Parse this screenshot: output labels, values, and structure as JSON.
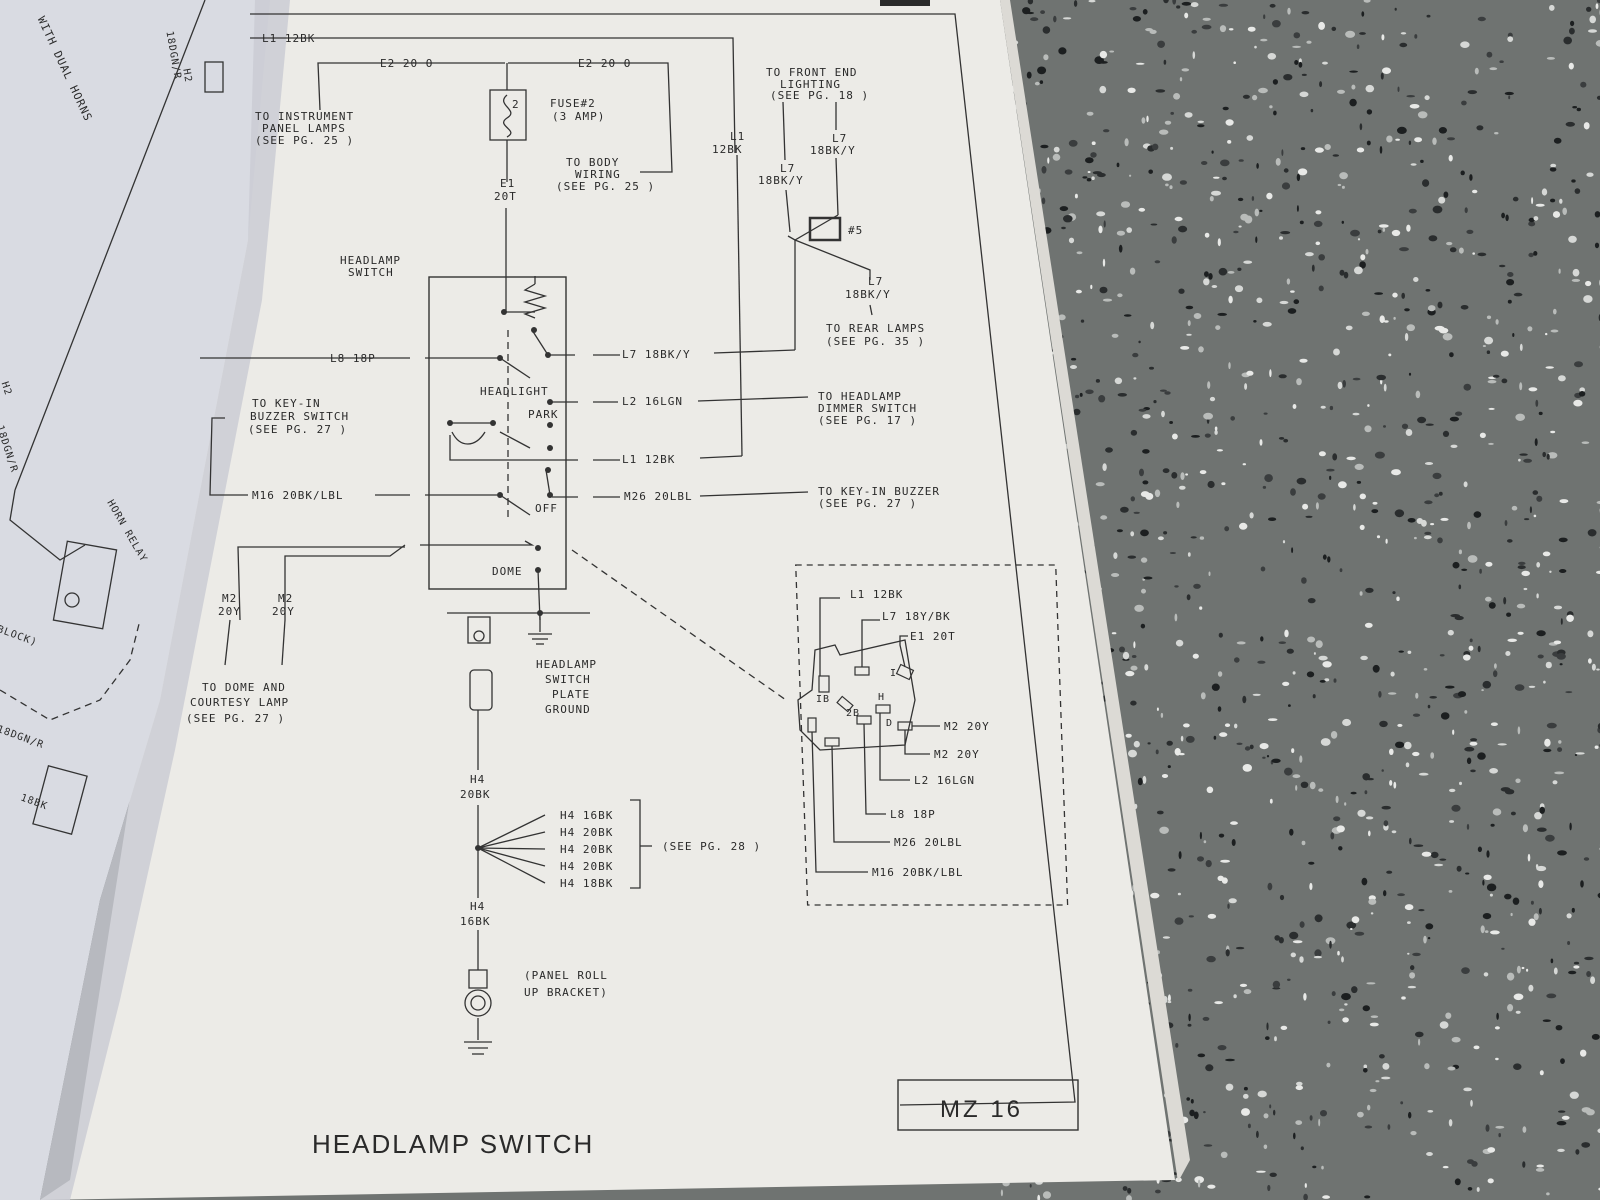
{
  "page": {
    "title": "HEADLAMP SWITCH",
    "page_number": "MZ 16",
    "colors": {
      "paper": "#ededea",
      "ink": "#2f2f2f",
      "floor": "#6e7270"
    }
  },
  "left_page": {
    "with_dual_horns": "WITH DUAL HORNS",
    "h2_top": "H2",
    "h2_top_color": "18DGN/R",
    "h2_mid": "H2",
    "h2_mid_color": "18DGN/R",
    "horn_relay": "HORN RELAY",
    "block": "BLOCK)",
    "h2_low_1": "18DGN/R",
    "h2_low_2": "18BK"
  },
  "wires": {
    "l1_top": "L1 12BK",
    "e2_left": "E2 20 O",
    "e2_right": "E2 20 O",
    "to_instrument": "TO INSTRUMENT",
    "panel_lamps": "PANEL LAMPS",
    "see_pg_25a": "(SEE PG. 25 )",
    "fuse_label": "FUSE#2",
    "fuse_amp": "(3 AMP)",
    "fuse_num": "2",
    "to_body": "TO BODY",
    "wiring": "WIRING",
    "see_pg_25b": "(SEE PG. 25 )",
    "e1": "E1",
    "e1_color": "20T",
    "l1_mid": "L1",
    "l1_mid_color": "12BK",
    "to_front_end": "TO FRONT END",
    "lighting": "LIGHTING",
    "see_pg_18": "(SEE PG. 18 )",
    "l7_a": "L7",
    "l7_a_color": "18BK/Y",
    "l7_b": "L7",
    "l7_b_color": "18BK/Y",
    "splice": "#5",
    "l7_c": "L7",
    "l7_c_color": "18BK/Y",
    "to_rear_lamps": "TO REAR LAMPS",
    "see_pg_35": "(SEE PG. 35 )",
    "headlamp_switch_1": "HEADLAMP",
    "headlamp_switch_2": "SWITCH",
    "l8": "L8 18P",
    "l7_out": "L7 18BK/Y",
    "headlight": "HEADLIGHT",
    "park": "PARK",
    "l2": "L2 16LGN",
    "to_headlamp": "TO HEADLAMP",
    "dimmer_switch": "DIMMER SWITCH",
    "see_pg_17": "(SEE PG. 17 )",
    "to_key_in": "TO KEY-IN",
    "buzzer_switch": "BUZZER SWITCH",
    "see_pg_27a": "(SEE PG. 27 )",
    "l1_out": "L1 12BK",
    "m16": "M16 20BK/LBL",
    "off": "OFF",
    "m26": "M26 20LBL",
    "to_key_in_buzzer": "TO KEY-IN BUZZER",
    "see_pg_27b": "(SEE PG. 27 )",
    "dome": "DOME",
    "m2_a": "M2",
    "m2_a_color": "20Y",
    "m2_b": "M2",
    "m2_b_color": "20Y",
    "to_dome_and": "TO DOME AND",
    "courtesy_lamp": "COURTESY LAMP",
    "see_pg_27c": "(SEE PG. 27 )",
    "plate_1": "HEADLAMP",
    "plate_2": "SWITCH",
    "plate_3": "PLATE",
    "plate_4": "GROUND",
    "h4_main": "H4",
    "h4_main_color": "20BK",
    "h4_list": [
      "H4 16BK",
      "H4 20BK",
      "H4 20BK",
      "H4 20BK",
      "H4 18BK"
    ],
    "see_pg_28": "(SEE PG. 28 )",
    "h4_low": "H4",
    "h4_low_color": "16BK",
    "panel_roll": "(PANEL ROLL",
    "up_bracket": "UP BRACKET)"
  },
  "connector": {
    "l1": "L1 12BK",
    "l7": "L7 18Y/BK",
    "e1": "E1 20T",
    "pin_i": "I",
    "pin_ib": "IB",
    "pin_2b": "2B",
    "pin_h": "H",
    "pin_d": "D",
    "m2_a": "M2 20Y",
    "m2_b": "M2 20Y",
    "l2": "L2 16LGN",
    "l8": "L8 18P",
    "m26": "M26 20LBL",
    "m16": "M16 20BK/LBL"
  }
}
